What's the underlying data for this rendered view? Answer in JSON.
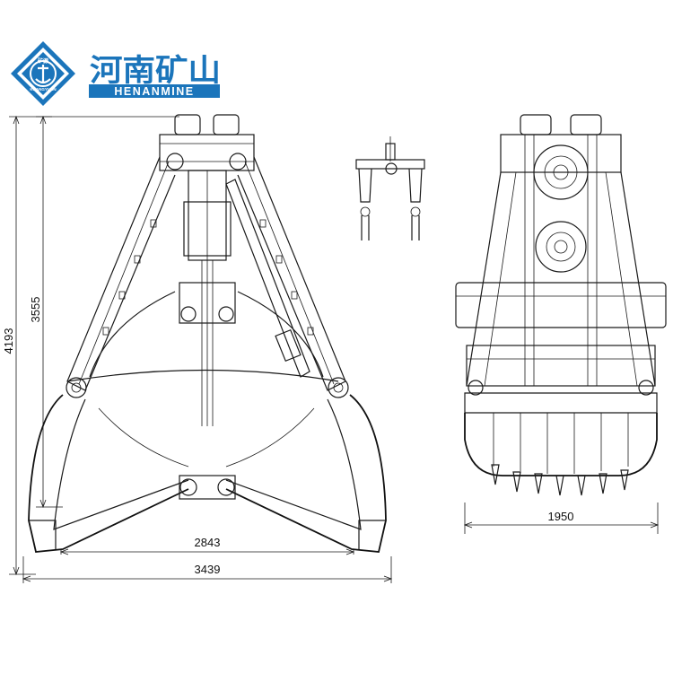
{
  "logo": {
    "chinese_name": "河南矿山",
    "english_name": "HENANMINE",
    "badge_top": "矿源",
    "badge_ring": "KUANGYUAN",
    "color": "#1b75bb"
  },
  "dimensions": {
    "total_height": "4193",
    "body_height": "3555",
    "jaw_span_inner": "2843",
    "jaw_span_outer": "3439",
    "side_width": "1950"
  }
}
